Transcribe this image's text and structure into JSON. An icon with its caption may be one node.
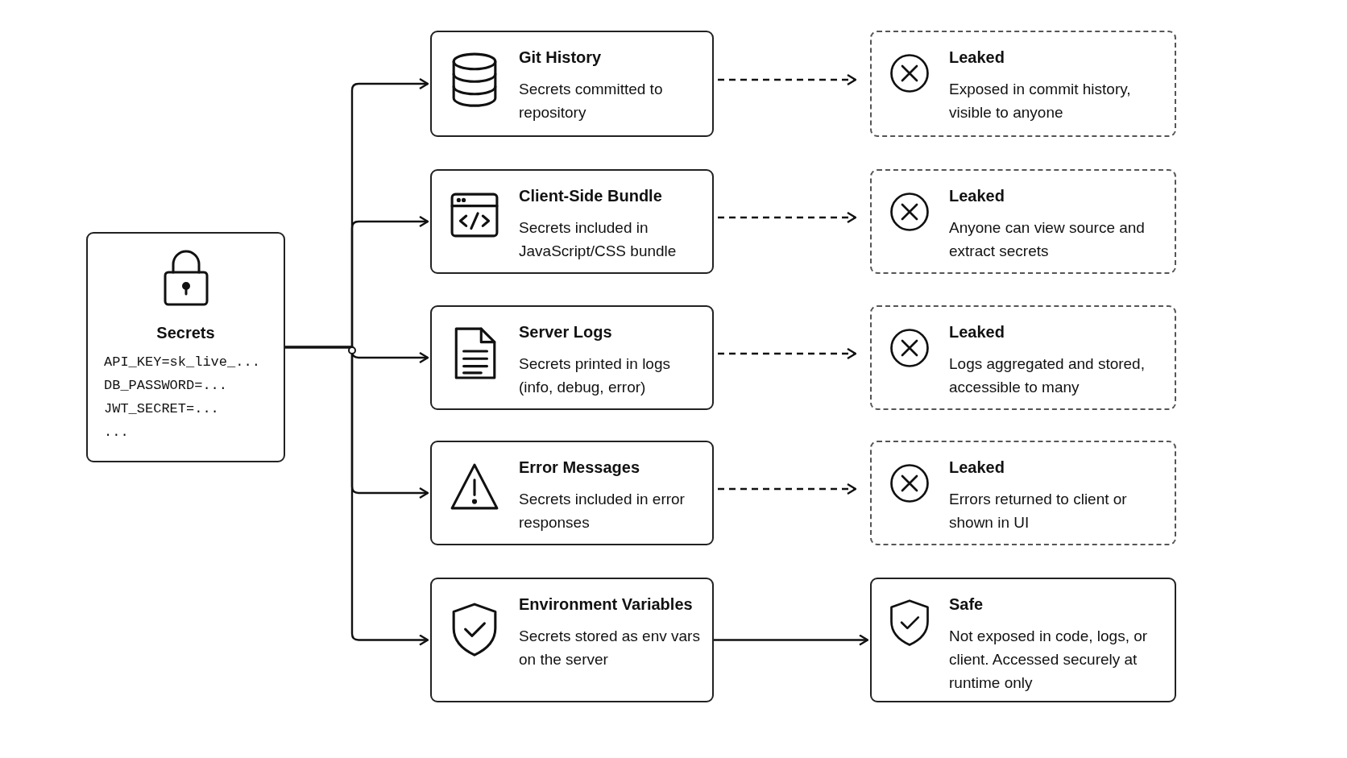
{
  "diagram": {
    "nodes": [
      {
        "text": [
          "Secrets",
          "API_KEY=sk_live_...",
          "DB_PASSWORD=...",
          "JWT_SECRET=...",
          "..."
        ]
      },
      {
        "text": [
          "Git History",
          "Secrets committed to repository"
        ]
      },
      {
        "text": [
          "Client-Side Bundle",
          "Secrets included in JavaScript/CSS bundle"
        ]
      },
      {
        "text": [
          "Server Logs",
          "Secrets printed in logs (info, debug, error)"
        ]
      },
      {
        "text": [
          "Error Messages",
          "Secrets included in error responses"
        ]
      },
      {
        "text": [
          "Environment Variables",
          "Secrets stored as env vars on the server"
        ]
      },
      {
        "text": [
          "Leaked",
          "Exposed in commit history, visible to anyone"
        ]
      },
      {
        "text": [
          "Leaked",
          "Anyone can view source and extract secrets"
        ]
      },
      {
        "text": [
          "Leaked",
          "Logs aggregated and stored, accessible to many"
        ]
      },
      {
        "text": [
          "Leaked",
          "Errors returned to client or shown in UI"
        ]
      },
      {
        "text": [
          "Safe",
          "Not exposed in code, logs, or client. Accessed securely at runtime only"
        ]
      }
    ],
    "edges": [
      {
        "from": 0,
        "to": 1,
        "arrow": "to"
      },
      {
        "from": 0,
        "to": 2,
        "arrow": "to"
      },
      {
        "from": 0,
        "to": 3,
        "arrow": "to"
      },
      {
        "from": 0,
        "to": 4,
        "arrow": "to"
      },
      {
        "from": 0,
        "to": 5,
        "arrow": "to"
      },
      {
        "from": 1,
        "to": 6,
        "arrow": "to",
        "style": "dashed"
      },
      {
        "from": 2,
        "to": 7,
        "arrow": "to",
        "style": "dashed"
      },
      {
        "from": 3,
        "to": 8,
        "arrow": "to",
        "style": "dashed"
      },
      {
        "from": 4,
        "to": 9,
        "arrow": "to",
        "style": "dashed"
      },
      {
        "from": 5,
        "to": 10,
        "arrow": "to"
      }
    ]
  }
}
